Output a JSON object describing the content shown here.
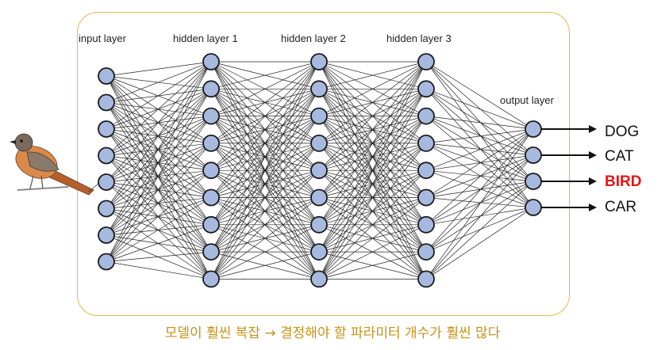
{
  "layers": [
    {
      "label": "input layer",
      "neurons": 8
    },
    {
      "label": "hidden layer 1",
      "neurons": 9
    },
    {
      "label": "hidden layer 2",
      "neurons": 9
    },
    {
      "label": "hidden layer 3",
      "neurons": 9
    },
    {
      "label": "output layer",
      "neurons": 4
    }
  ],
  "outputs": [
    {
      "label": "DOG",
      "highlight": false
    },
    {
      "label": "CAT",
      "highlight": false
    },
    {
      "label": "BIRD",
      "highlight": true
    },
    {
      "label": "CAR",
      "highlight": false
    }
  ],
  "caption": "모델이 훨씬 복잡 → 결정해야 할 파라미터 개수가 훨씬 많다",
  "colors": {
    "neuron_fill": "#a8b9e0",
    "neuron_stroke": "#1a1a1a",
    "frame": "#e6b84a",
    "caption": "#c89214",
    "highlight": "#e81414"
  }
}
